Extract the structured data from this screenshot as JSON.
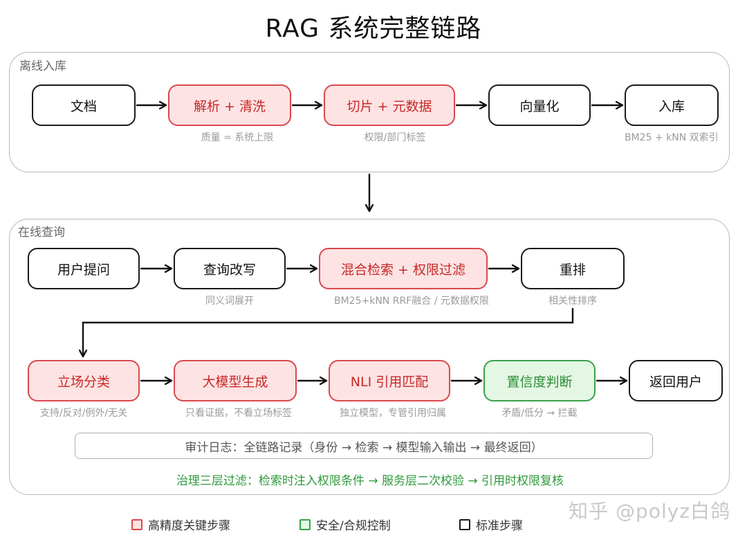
{
  "title": "RAG 系统完整链路",
  "offline": {
    "label": "离线入库",
    "nodes": {
      "doc": "文档",
      "parse": "解析 + 清洗",
      "chunk": "切片 + 元数据",
      "vectorize": "向量化",
      "store": "入库"
    },
    "notes": {
      "parse": "质量 = 系统上限",
      "chunk": "权限/部门标签",
      "store": "BM25 + kNN 双索引"
    }
  },
  "online": {
    "label": "在线查询",
    "nodes": {
      "question": "用户提问",
      "rewrite": "查询改写",
      "hybrid": "混合检索 + 权限过滤",
      "rerank": "重排",
      "stance": "立场分类",
      "generate": "大模型生成",
      "nli": "NLI 引用匹配",
      "confidence": "置信度判断",
      "return": "返回用户"
    },
    "notes": {
      "rewrite": "同义词展开",
      "hybrid": "BM25+kNN RRF融合 / 元数据权限",
      "rerank": "相关性排序",
      "stance": "支持/反对/例外/无关",
      "generate": "只看证据，不看立场标签",
      "nli": "独立模型，专管引用归属",
      "confidence": "矛盾/低分 → 拦截"
    },
    "audit": "审计日志：全链路记录（身份 → 检索 → 模型输入输出 → 最终返回）",
    "governance": "治理三层过滤：检索时注入权限条件 → 服务层二次校验 → 引用时权限复核"
  },
  "legend": {
    "key": "高精度关键步骤",
    "safe": "安全/合规控制",
    "std": "标准步骤"
  },
  "colors": {
    "key_border": "#d9484e",
    "key_fill": "#fde3e3",
    "safe_border": "#3aa14a",
    "safe_fill": "#e4f6e4",
    "std_border": "#1a1a1a"
  },
  "watermark": "知乎 @polyz白鸽"
}
